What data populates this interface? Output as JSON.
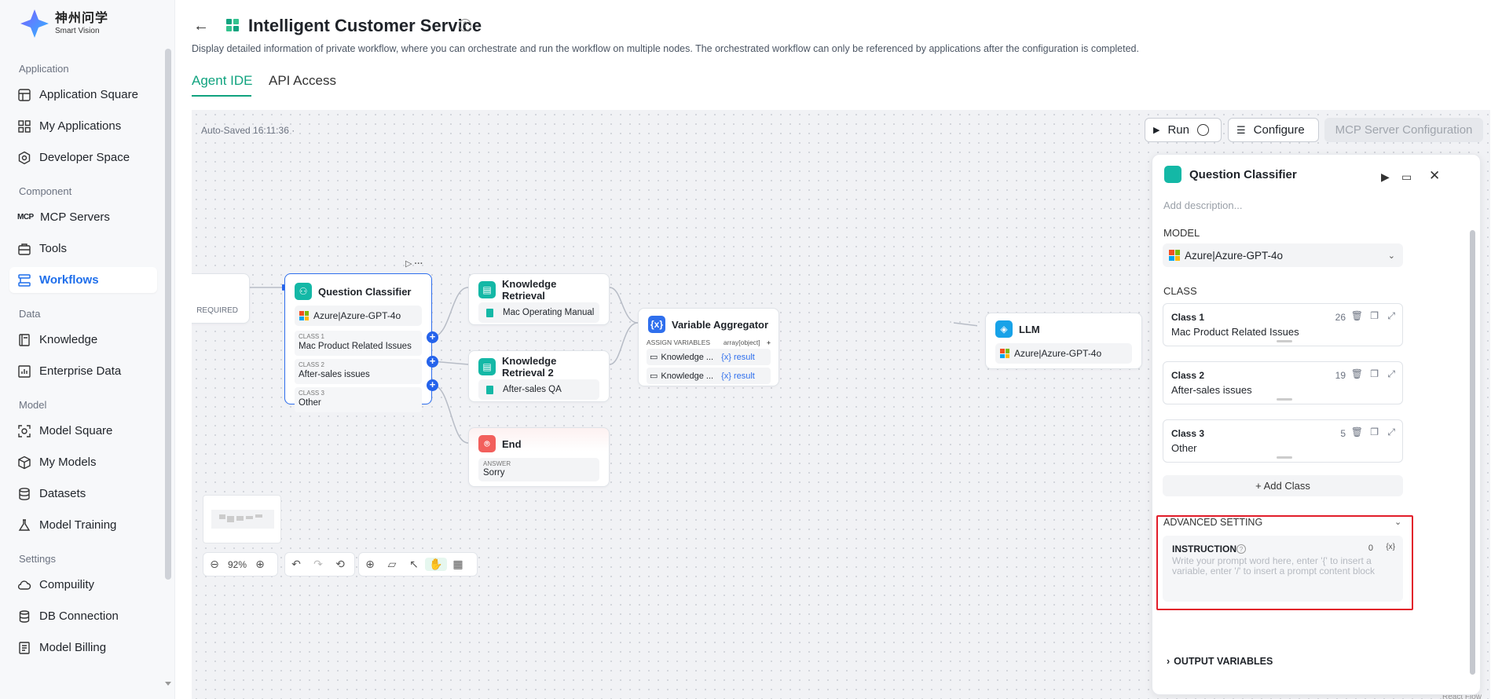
{
  "brand": {
    "cn": "神州问学",
    "en": "Smart Vision"
  },
  "sidebar": {
    "sections": [
      {
        "title": "Application",
        "items": [
          {
            "label": "Application Square",
            "icon": "grid-icon"
          },
          {
            "label": "My Applications",
            "icon": "apps-icon"
          },
          {
            "label": "Developer Space",
            "icon": "settings-icon"
          }
        ]
      },
      {
        "title": "Component",
        "items": [
          {
            "label": "MCP Servers",
            "icon": "mcp-icon"
          },
          {
            "label": "Tools",
            "icon": "toolbox-icon"
          },
          {
            "label": "Workflows",
            "icon": "workflow-icon",
            "active": true
          }
        ]
      },
      {
        "title": "Data",
        "items": [
          {
            "label": "Knowledge",
            "icon": "book-icon"
          },
          {
            "label": "Enterprise Data",
            "icon": "chart-icon"
          }
        ]
      },
      {
        "title": "Model",
        "items": [
          {
            "label": "Model Square",
            "icon": "scan-icon"
          },
          {
            "label": "My Models",
            "icon": "cube-icon"
          },
          {
            "label": "Datasets",
            "icon": "database-icon"
          },
          {
            "label": "Model Training",
            "icon": "flask-icon"
          }
        ]
      },
      {
        "title": "Settings",
        "items": [
          {
            "label": "Compuility",
            "icon": "cloud-icon"
          },
          {
            "label": "DB Connection",
            "icon": "db-icon"
          },
          {
            "label": "Model Billing",
            "icon": "billing-icon"
          }
        ]
      }
    ]
  },
  "header": {
    "title": "Intelligent Customer Service",
    "description": "Display detailed information of private workflow, where you can orchestrate and run the workflow on multiple nodes. The orchestrated workflow can only be referenced by applications after the configuration is completed.",
    "tabs": [
      {
        "label": "Agent IDE",
        "active": true
      },
      {
        "label": "API Access"
      }
    ]
  },
  "canvas": {
    "autosave": "Auto-Saved 16:11:36 ·",
    "toolbar": {
      "run": "Run",
      "configure": "Configure",
      "mcp": "MCP Server Configuration"
    },
    "zoom": "92%",
    "nodes": {
      "start": {
        "required": "REQUIRED"
      },
      "classifier": {
        "title": "Question Classifier",
        "model": "Azure|Azure-GPT-4o",
        "classes": [
          {
            "label": "CLASS 1",
            "value": "Mac Product Related Issues"
          },
          {
            "label": "CLASS 2",
            "value": "After-sales issues"
          },
          {
            "label": "CLASS 3",
            "value": "Other"
          }
        ]
      },
      "kr1": {
        "title": "Knowledge Retrieval",
        "kb": "Mac Operating Manual"
      },
      "kr2": {
        "title": "Knowledge Retrieval 2",
        "kb": "After-sales QA"
      },
      "end": {
        "title": "End",
        "label": "ANSWER",
        "value": "Sorry"
      },
      "aggregator": {
        "title": "Variable Aggregator",
        "assign": "ASSIGN VARIABLES",
        "type": "array[object]",
        "rows": [
          {
            "name": "Knowledge ...",
            "var": "result"
          },
          {
            "name": "Knowledge ...",
            "var": "result"
          }
        ]
      },
      "llm": {
        "title": "LLM",
        "model": "Azure|Azure-GPT-4o"
      }
    }
  },
  "panel": {
    "title": "Question Classifier",
    "desc_placeholder": "Add description...",
    "model_label": "MODEL",
    "model": "Azure|Azure-GPT-4o",
    "class_label": "CLASS",
    "classes": [
      {
        "name": "Class 1",
        "value": "Mac Product Related Issues",
        "count": "26"
      },
      {
        "name": "Class 2",
        "value": "After-sales issues",
        "count": "19"
      },
      {
        "name": "Class 3",
        "value": "Other",
        "count": "5"
      }
    ],
    "add_class": "+ Add Class",
    "advanced": "ADVANCED SETTING",
    "instruction": {
      "label": "INSTRUCTION",
      "count": "0",
      "var_btn": "{x}",
      "placeholder": "Write your prompt word here, enter '{' to insert a variable, enter '/' to insert a prompt content block"
    },
    "output": "OUTPUT VARIABLES"
  },
  "footer": {
    "react_flow": "React Flow"
  },
  "colors": {
    "accent": "#10a37f",
    "primary": "#2563eb",
    "highlight": "#e21d2a"
  }
}
